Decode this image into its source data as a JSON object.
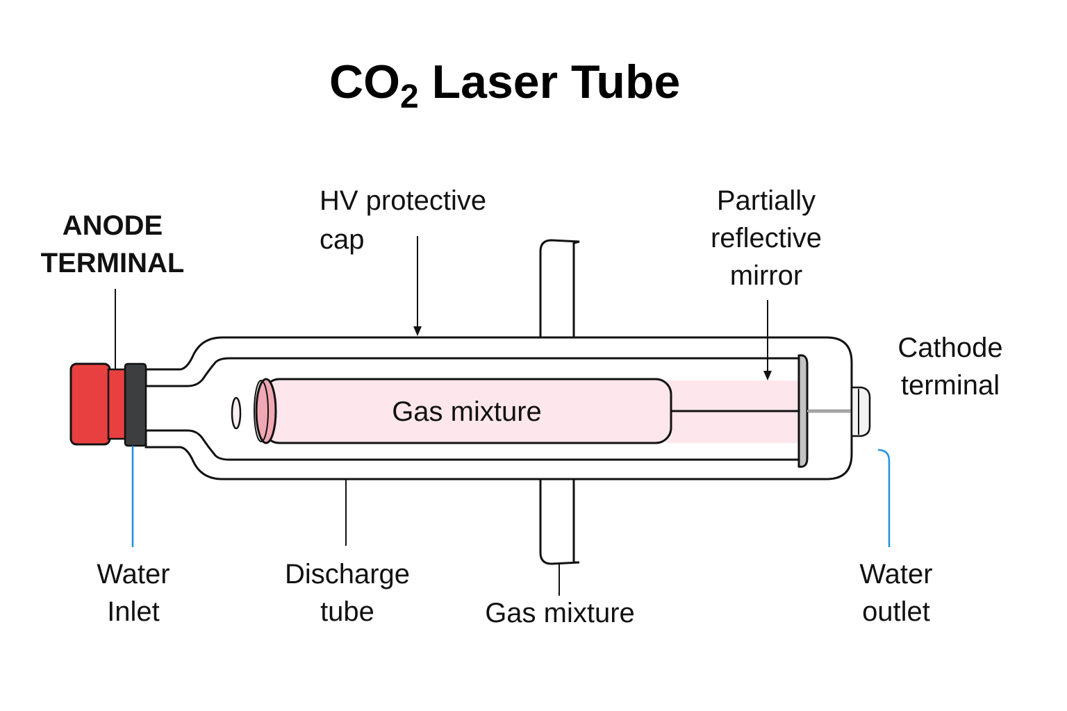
{
  "title": {
    "main": "CO",
    "subscript": "2",
    "rest": " Laser Tube"
  },
  "labels": {
    "anode_terminal": [
      "ANODE",
      "TERMINAL"
    ],
    "hv_cap": [
      "HV protective",
      "cap"
    ],
    "partial_mirror": [
      "Partially",
      "reflective",
      "mirror"
    ],
    "cathode_terminal": [
      "Cathode",
      "terminal"
    ],
    "water_inlet": [
      "Water",
      "Inlet"
    ],
    "discharge_tube": [
      "Discharge",
      "tube"
    ],
    "gas_mixture_bottom": "Gas mixture",
    "water_outlet": [
      "Water",
      "outlet"
    ],
    "gas_mixture_inner": "Gas mixture"
  },
  "colors": {
    "anode_cap": "#e84040",
    "anode_ring": "#3c3e40",
    "gas_fill": "#fde6ec",
    "mirror_end": "#f0a8b4",
    "mirror_gray": "#c4c4c4",
    "water_leader": "#1e8fe0",
    "outline": "#111111"
  }
}
